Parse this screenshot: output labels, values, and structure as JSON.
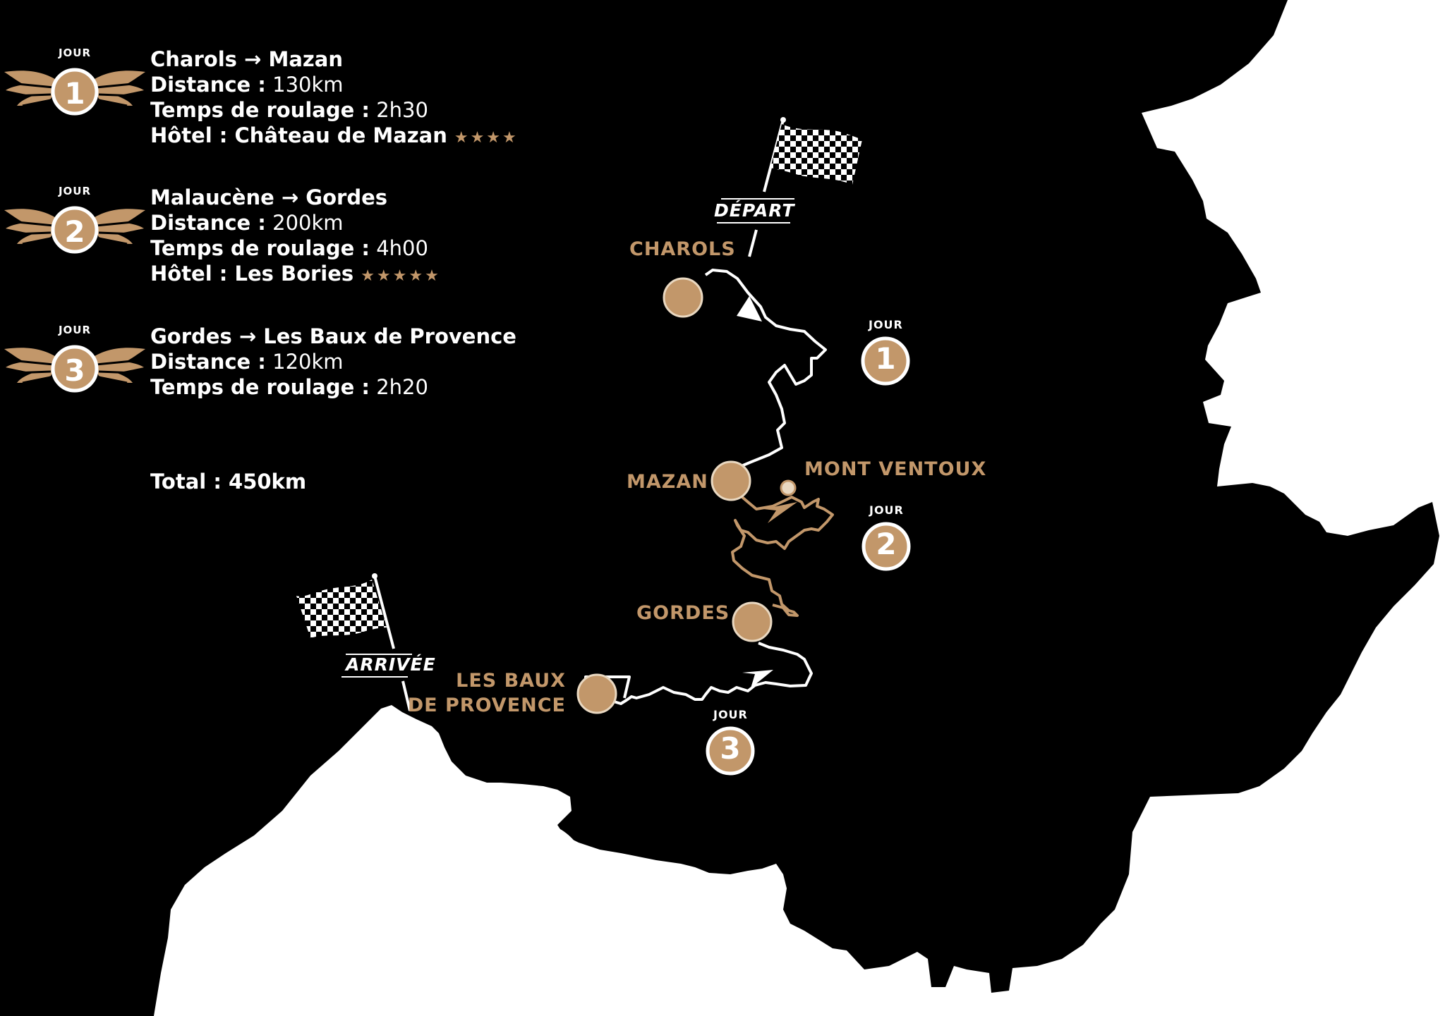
{
  "itinerary": [
    {
      "jour_label": "JOUR",
      "number": "1",
      "route_from": "Charols",
      "route_to": "Mazan",
      "distance_label": "Distance :",
      "distance": "130km",
      "time_label": "Temps de roulage :",
      "time": "2h30",
      "hotel_label": "Hôtel :",
      "hotel": "Château de Mazan",
      "stars": "★★★★"
    },
    {
      "jour_label": "JOUR",
      "number": "2",
      "route_from": "Malaucène",
      "route_to": "Gordes",
      "distance_label": "Distance :",
      "distance": "200km",
      "time_label": "Temps de roulage :",
      "time": "4h00",
      "hotel_label": "Hôtel :",
      "hotel": "Les Bories",
      "stars": "★★★★★"
    },
    {
      "jour_label": "JOUR",
      "number": "3",
      "route_from": "Gordes",
      "route_to": "Les Baux de Provence",
      "distance_label": "Distance :",
      "distance": "120km",
      "time_label": "Temps de roulage :",
      "time": "2h20"
    }
  ],
  "total": "Total : 450km",
  "arrow_glyph": "→",
  "map": {
    "depart": "DÉPART",
    "arrivee": "ARRIVÉE",
    "places": {
      "charols": "CHAROLS",
      "mazan": "MAZAN",
      "mont_ventoux": "MONT VENTOUX",
      "gordes": "GORDES",
      "les_baux_line1": "LES BAUX",
      "les_baux_line2": "DE PROVENCE"
    },
    "day_markers": [
      {
        "jour_label": "JOUR",
        "number": "1"
      },
      {
        "jour_label": "JOUR",
        "number": "2"
      },
      {
        "jour_label": "JOUR",
        "number": "3"
      }
    ]
  },
  "colors": {
    "land": "#000000",
    "sea": "#ffffff",
    "gold": "#c2976a",
    "route_day1_day3": "#ffffff",
    "route_day2": "#c2976a"
  },
  "icons": [
    "winged-badge-icon",
    "checkered-flag-icon",
    "route-arrow-icon",
    "city-dot-icon"
  ]
}
